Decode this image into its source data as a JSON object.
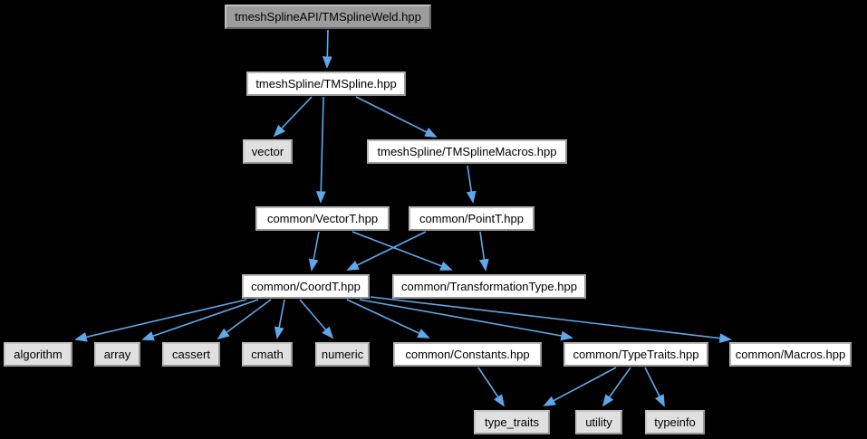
{
  "diagram": {
    "type": "include-dependency-graph",
    "colors": {
      "background": "#000000",
      "edge": "#5ea8ea",
      "node_fill_header": "#ffffff",
      "node_fill_system": "#e0e0e0",
      "node_fill_root": "#9c9c9c",
      "node_border": "#979797",
      "text": "#000000"
    }
  },
  "nodes": {
    "weld": {
      "label": "tmeshSplineAPI/TMSplineWeld.hpp"
    },
    "tmspline": {
      "label": "tmeshSpline/TMSpline.hpp"
    },
    "vector": {
      "label": "vector"
    },
    "tmsmacros": {
      "label": "tmeshSpline/TMSplineMacros.hpp"
    },
    "vectort": {
      "label": "common/VectorT.hpp"
    },
    "pointt": {
      "label": "common/PointT.hpp"
    },
    "coordt": {
      "label": "common/CoordT.hpp"
    },
    "transform": {
      "label": "common/TransformationType.hpp"
    },
    "algorithm": {
      "label": "algorithm"
    },
    "array": {
      "label": "array"
    },
    "cassert": {
      "label": "cassert"
    },
    "cmath": {
      "label": "cmath"
    },
    "numeric": {
      "label": "numeric"
    },
    "constants": {
      "label": "common/Constants.hpp"
    },
    "typetraits": {
      "label": "common/TypeTraits.hpp"
    },
    "macros": {
      "label": "common/Macros.hpp"
    },
    "type_traits": {
      "label": "type_traits"
    },
    "utility": {
      "label": "utility"
    },
    "typeinfo": {
      "label": "typeinfo"
    }
  },
  "edges": [
    {
      "from": "tmeshSplineAPI/TMSplineWeld.hpp",
      "to": "tmeshSpline/TMSpline.hpp"
    },
    {
      "from": "tmeshSpline/TMSpline.hpp",
      "to": "vector"
    },
    {
      "from": "tmeshSpline/TMSpline.hpp",
      "to": "common/VectorT.hpp"
    },
    {
      "from": "tmeshSpline/TMSpline.hpp",
      "to": "tmeshSpline/TMSplineMacros.hpp"
    },
    {
      "from": "tmeshSpline/TMSplineMacros.hpp",
      "to": "common/PointT.hpp"
    },
    {
      "from": "common/VectorT.hpp",
      "to": "common/CoordT.hpp"
    },
    {
      "from": "common/VectorT.hpp",
      "to": "common/TransformationType.hpp"
    },
    {
      "from": "common/PointT.hpp",
      "to": "common/CoordT.hpp"
    },
    {
      "from": "common/PointT.hpp",
      "to": "common/TransformationType.hpp"
    },
    {
      "from": "common/CoordT.hpp",
      "to": "algorithm"
    },
    {
      "from": "common/CoordT.hpp",
      "to": "array"
    },
    {
      "from": "common/CoordT.hpp",
      "to": "cassert"
    },
    {
      "from": "common/CoordT.hpp",
      "to": "cmath"
    },
    {
      "from": "common/CoordT.hpp",
      "to": "numeric"
    },
    {
      "from": "common/CoordT.hpp",
      "to": "common/Constants.hpp"
    },
    {
      "from": "common/CoordT.hpp",
      "to": "common/TypeTraits.hpp"
    },
    {
      "from": "common/CoordT.hpp",
      "to": "common/Macros.hpp"
    },
    {
      "from": "common/Constants.hpp",
      "to": "type_traits"
    },
    {
      "from": "common/TypeTraits.hpp",
      "to": "type_traits"
    },
    {
      "from": "common/TypeTraits.hpp",
      "to": "utility"
    },
    {
      "from": "common/TypeTraits.hpp",
      "to": "typeinfo"
    }
  ]
}
